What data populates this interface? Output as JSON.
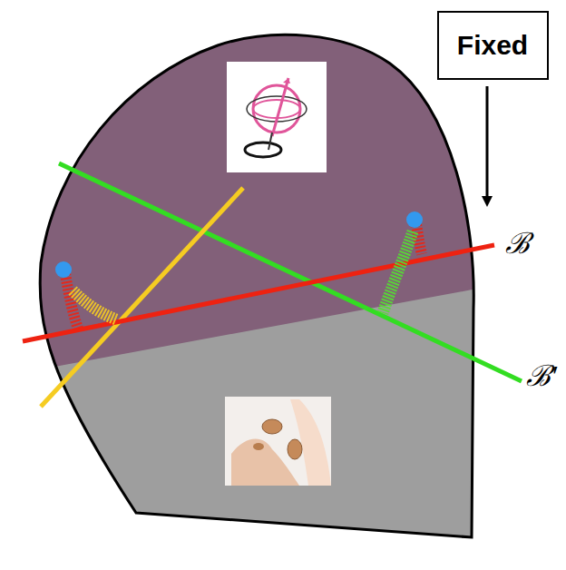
{
  "diagram": {
    "nodes": [
      {
        "text": [
          "Fixed"
        ]
      }
    ],
    "labels": [
      "ℬ",
      "ℬ′"
    ]
  }
}
